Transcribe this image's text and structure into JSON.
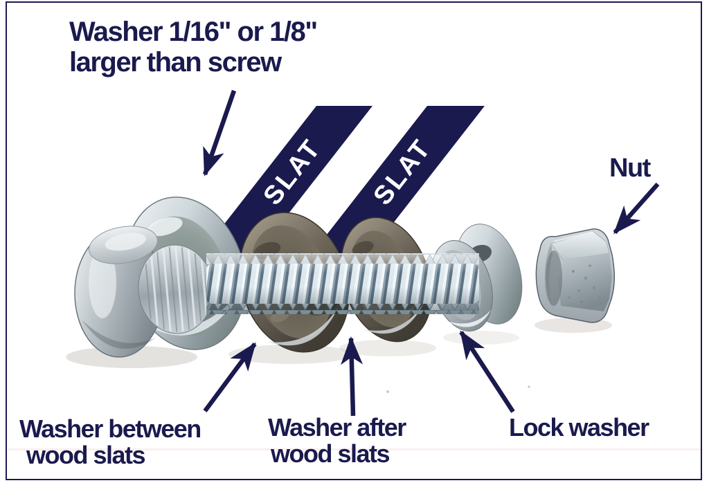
{
  "diagram": {
    "subject": "Screw, washers and nut assembly for wood slats",
    "background_color": "#ffffff",
    "border_color": "#1a1a4e",
    "label_color": "#1a1a4e"
  },
  "labels": {
    "washer_size": {
      "line1": "Washer 1/16\" or 1/8\"",
      "line2": "larger than screw"
    },
    "nut": "Nut",
    "washer_between": {
      "line1": "Washer between",
      "line2": "wood slats"
    },
    "washer_after": {
      "line1": "Washer after",
      "line2": "wood slats"
    },
    "lock_washer": "Lock washer"
  },
  "slat_bands": {
    "left_label": "SLAT",
    "right_label": "SLAT",
    "band_color": "#1a1a4e",
    "text_color": "#ffffff"
  },
  "hardware": {
    "parts": [
      "screw head",
      "large washer",
      "threaded screw shaft",
      "washer between wood slats",
      "washer after wood slats",
      "lock washer",
      "flat washer",
      "hex nut"
    ]
  }
}
